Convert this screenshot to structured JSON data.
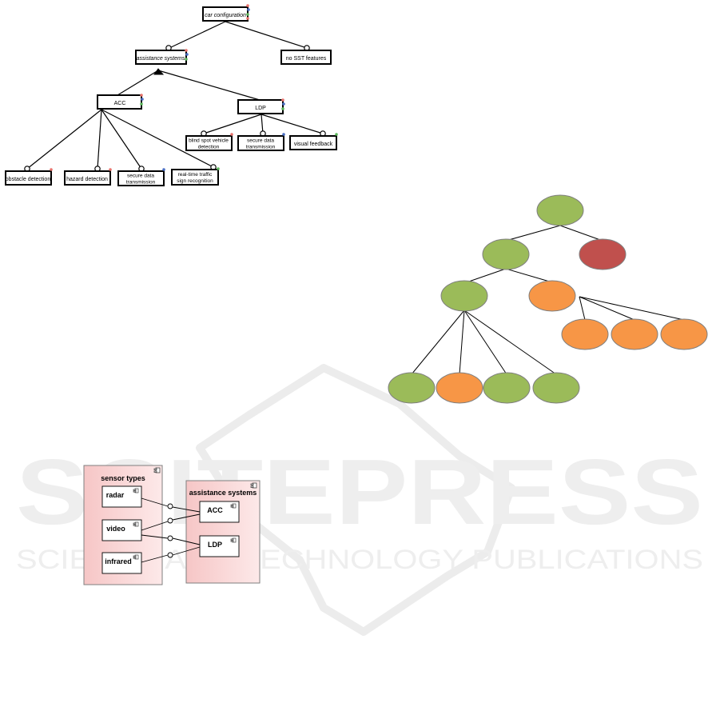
{
  "feature_model": {
    "root": "car configuration",
    "assistance": "assistance systems",
    "no_sst": "no SST features",
    "acc": "ACC",
    "ldp": "LDP",
    "obstacle": "obstacle detection",
    "hazard": "hazard detection",
    "acc_secure": [
      "secure data",
      "transmission"
    ],
    "traffic_sign": [
      "real-time traffic",
      "sign recognition"
    ],
    "blind_spot": [
      "blind spot vehicle",
      "detection"
    ],
    "ldp_secure": [
      "secure data",
      "transmission"
    ],
    "visual": "visual feedback"
  },
  "status_tree": {
    "colors": {
      "green": "#9bbb59",
      "orange": "#f79646",
      "red": "#c0504d"
    },
    "nodes": {
      "root": "green",
      "assistance": "green",
      "no_sst": "red",
      "acc": "green",
      "ldp": "orange",
      "ldp_child_1": "orange",
      "ldp_child_2": "orange",
      "ldp_child_3": "orange",
      "acc_child_1": "green",
      "acc_child_2": "orange",
      "acc_child_3": "green",
      "acc_child_4": "green"
    }
  },
  "component_diagram": {
    "sensor_types": "sensor types",
    "radar": "radar",
    "video": "video",
    "infrared": "infrared",
    "assistance_systems": "assistance systems",
    "acc": "ACC",
    "ldp": "LDP"
  },
  "watermark": {
    "main": "SCITEPRESS",
    "sub": "SCIENCE AND TECHNOLOGY PUBLICATIONS"
  }
}
